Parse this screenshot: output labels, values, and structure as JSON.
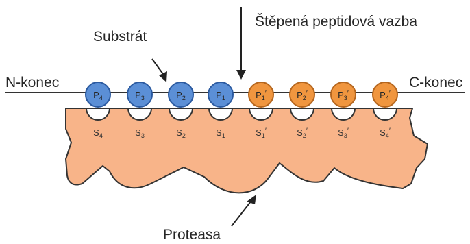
{
  "labels": {
    "cleaved_bond": "Štěpená peptidová vazba",
    "substrate": "Substrát",
    "n_terminus": "N-konec",
    "c_terminus": "C-konec",
    "protease": "Proteasa"
  },
  "residues": [
    {
      "text": "P",
      "sub": "4",
      "prime": ""
    },
    {
      "text": "P",
      "sub": "3",
      "prime": ""
    },
    {
      "text": "P",
      "sub": "2",
      "prime": ""
    },
    {
      "text": "P",
      "sub": "1",
      "prime": ""
    },
    {
      "text": "P",
      "sub": "1",
      "prime": "′"
    },
    {
      "text": "P",
      "sub": "2",
      "prime": "′"
    },
    {
      "text": "P",
      "sub": "3",
      "prime": "′"
    },
    {
      "text": "P",
      "sub": "4",
      "prime": "′"
    }
  ],
  "sites": [
    {
      "text": "S",
      "sub": "4",
      "prime": ""
    },
    {
      "text": "S",
      "sub": "3",
      "prime": ""
    },
    {
      "text": "S",
      "sub": "2",
      "prime": ""
    },
    {
      "text": "S",
      "sub": "1",
      "prime": ""
    },
    {
      "text": "S",
      "sub": "1",
      "prime": "′"
    },
    {
      "text": "S",
      "sub": "2",
      "prime": "′"
    },
    {
      "text": "S",
      "sub": "3",
      "prime": "′"
    },
    {
      "text": "S",
      "sub": "4",
      "prime": "′"
    }
  ],
  "colors": {
    "non_prime_fill": "#5b8fd6",
    "non_prime_stroke": "#2b5aa0",
    "prime_fill": "#f0963f",
    "prime_stroke": "#b5661e",
    "protease_fill": "#f8b489",
    "line": "#333333"
  }
}
